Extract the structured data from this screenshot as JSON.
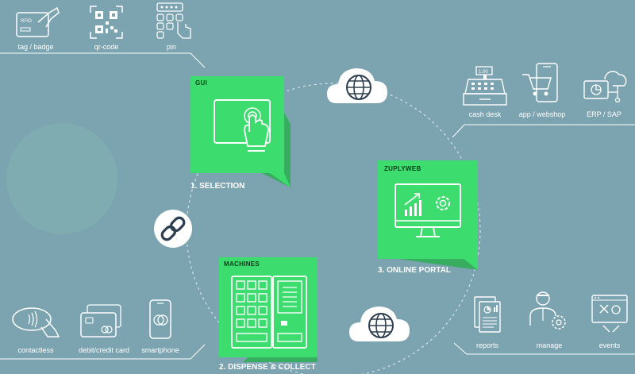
{
  "access": {
    "items": [
      {
        "label": "tag / badge",
        "icon": "rfid-badge-icon"
      },
      {
        "label": "qr-code",
        "icon": "qr-code-icon"
      },
      {
        "label": "pin",
        "icon": "pin-keypad-icon"
      }
    ]
  },
  "external": {
    "items": [
      {
        "label": "cash desk",
        "icon": "cash-register-icon"
      },
      {
        "label": "app / webshop",
        "icon": "mobile-cart-icon"
      },
      {
        "label": "ERP / SAP",
        "icon": "erp-cloud-icon"
      }
    ]
  },
  "payment": {
    "items": [
      {
        "label": "contactless",
        "icon": "contactless-icon"
      },
      {
        "label": "debit/credit card",
        "icon": "credit-card-icon"
      },
      {
        "label": "smartphone",
        "icon": "smartphone-pay-icon"
      }
    ]
  },
  "portal_features": {
    "items": [
      {
        "label": "reports",
        "icon": "report-icon"
      },
      {
        "label": "manage",
        "icon": "manage-user-icon"
      },
      {
        "label": "events",
        "icon": "events-monitor-icon"
      }
    ]
  },
  "steps": {
    "gui": {
      "title": "GUI",
      "caption": "1. SELECTION"
    },
    "machines": {
      "title": "MACHINES",
      "caption": "2. DISPENSE & COLLECT"
    },
    "portal": {
      "title": "ZUPLYWEB",
      "caption": "3. ONLINE PORTAL"
    }
  },
  "colors": {
    "background": "#7ba3b0",
    "panel": "#3ddc6e",
    "panel_shadow": "#2fae57",
    "line": "#ffffff"
  }
}
